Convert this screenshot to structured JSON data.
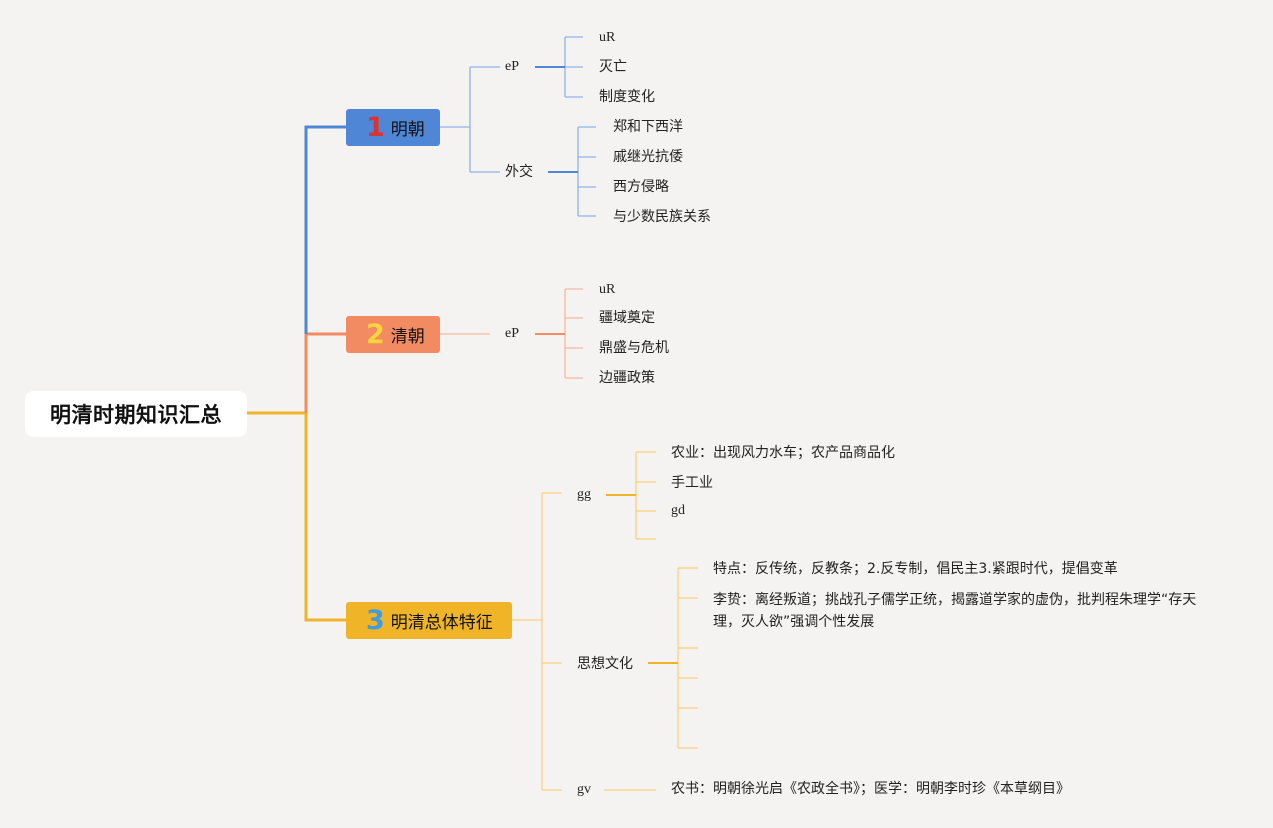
{
  "root": {
    "title": "明清时期知识汇总"
  },
  "colors": {
    "ming": "#4f86d6",
    "qing": "#f28a62",
    "overall": "#f0b429",
    "num_ming": "#e03131",
    "num_qing": "#ffd43b",
    "num_overall": "#3d9de0"
  },
  "ming": {
    "number": "1",
    "title": "明朝",
    "politics": {
      "label": "eP",
      "items": [
        "uR",
        "灭亡",
        "制度变化"
      ]
    },
    "diplomacy": {
      "label": "外交",
      "items": [
        "郑和下西洋",
        "戚继光抗倭",
        "西方侵略",
        "与少数民族关系"
      ]
    }
  },
  "qing": {
    "number": "2",
    "title": "清朝",
    "politics": {
      "label": "eP",
      "items": [
        "uR",
        "疆域奠定",
        "鼎盛与危机",
        "边疆政策"
      ]
    }
  },
  "overall": {
    "number": "3",
    "title": "明清总体特征",
    "economy": {
      "label": "gg",
      "items": [
        "农业：出现风力水车；农产品商品化",
        "手工业",
        "gd"
      ]
    },
    "thought": {
      "label": "思想文化",
      "items": [
        "特点：反传统，反教条；2.反专制，倡民主3.紧跟时代，提倡变革",
        "李贽：离经叛道；挑战孔子儒学正统，揭露道学家的虚伪，批判程朱理学“存天理，灭人欲”强调个性发展"
      ]
    },
    "science": {
      "label": "gv",
      "item": "农书：明朝徐光启《农政全书》；医学：明朝李时珍《本草纲目》"
    }
  }
}
